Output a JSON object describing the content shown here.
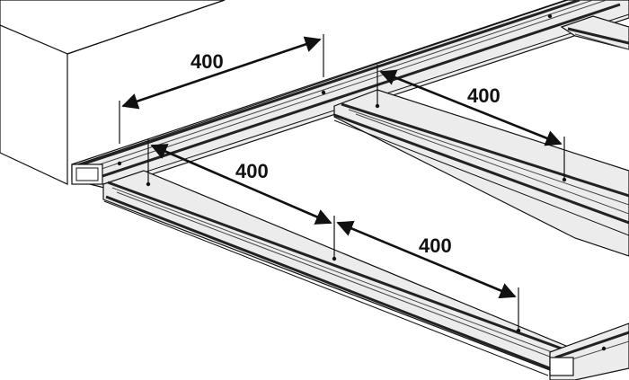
{
  "colors": {
    "background": "#ffffff",
    "line": "#111111",
    "rail_fill": "#f4f4f4",
    "rail_dark": "#3a3a3a",
    "block_fill": "#ffffff"
  },
  "dimensions": [
    {
      "id": "top-rail-spacing",
      "label": "400"
    },
    {
      "id": "inner-joist-spacing",
      "label": "400"
    },
    {
      "id": "front-rail-spacing-left",
      "label": "400"
    },
    {
      "id": "front-rail-spacing-right",
      "label": "400"
    }
  ]
}
